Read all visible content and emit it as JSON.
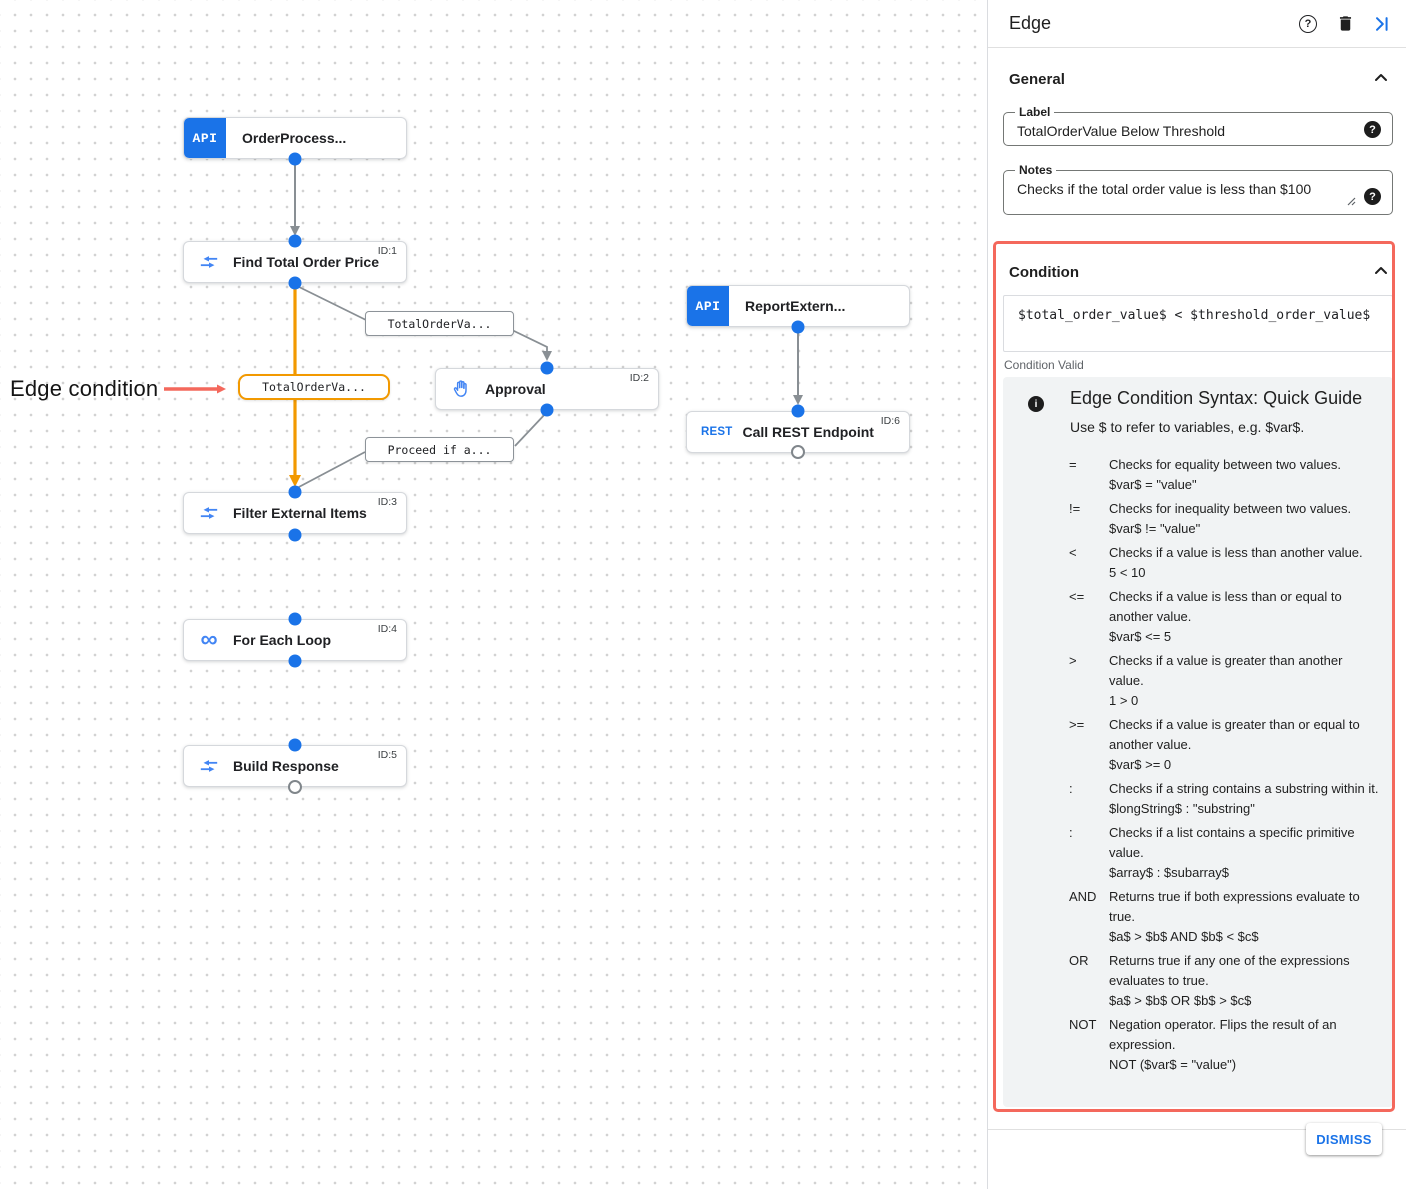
{
  "colors": {
    "accent_blue": "#1a73e8",
    "icon_blue": "#4285f4",
    "edge_orange": "#f29900",
    "annotation_red": "#f4685c",
    "edge_gray": "#898f94"
  },
  "canvas": {
    "annotation_label": "Edge condition",
    "nodes": {
      "order_process": {
        "title": "OrderProcess...",
        "icon_label": "API"
      },
      "find_total": {
        "title": "Find Total Order Price",
        "id": "ID:1"
      },
      "approval": {
        "title": "Approval",
        "id": "ID:2"
      },
      "report_external": {
        "title": "ReportExtern...",
        "icon_label": "API"
      },
      "call_rest": {
        "title": "Call REST Endpoint",
        "id": "ID:6",
        "icon_label": "REST"
      },
      "filter_items": {
        "title": "Filter External Items",
        "id": "ID:3"
      },
      "for_each": {
        "title": "For Each Loop",
        "id": "ID:4",
        "loop_glyph": "∞"
      },
      "build_response": {
        "title": "Build Response",
        "id": "ID:5"
      }
    },
    "edge_labels": {
      "to_approval": "TotalOrderVa...",
      "selected": "TotalOrderVa...",
      "from_approval": "Proceed if a..."
    }
  },
  "panel": {
    "title": "Edge",
    "help_glyph": "?",
    "general": {
      "heading": "General",
      "label_field": {
        "label": "Label",
        "value": "TotalOrderValue Below Threshold",
        "help_glyph": "?"
      },
      "notes_field": {
        "label": "Notes",
        "value": "Checks if the total order value is less than $100",
        "help_glyph": "?"
      }
    },
    "condition": {
      "heading": "Condition",
      "expression": "$total_order_value$ < $threshold_order_value$",
      "status": "Condition Valid"
    },
    "guide": {
      "info_glyph": "i",
      "title": "Edge Condition Syntax: Quick Guide",
      "subtitle": "Use $ to refer to variables, e.g. $var$.",
      "rows": [
        {
          "op": "=",
          "desc": "Checks for equality between two values.",
          "example": "$var$ = \"value\""
        },
        {
          "op": "!=",
          "desc": "Checks for inequality between two values.",
          "example": "$var$ != \"value\""
        },
        {
          "op": "<",
          "desc": "Checks if a value is less than another value.",
          "example": "5 < 10"
        },
        {
          "op": "<=",
          "desc": "Checks if a value is less than or equal to another value.",
          "example": "$var$ <= 5"
        },
        {
          "op": ">",
          "desc": "Checks if a value is greater than another value.",
          "example": "1 > 0"
        },
        {
          "op": ">=",
          "desc": "Checks if a value is greater than or equal to another value.",
          "example": "$var$ >= 0"
        },
        {
          "op": ":",
          "desc": "Checks if a string contains a substring within it.",
          "example": "$longString$ : \"substring\""
        },
        {
          "op": ":",
          "desc": "Checks if a list contains a specific primitive value.",
          "example": "$array$ : $subarray$"
        },
        {
          "op": "AND",
          "desc": "Returns true if both expressions evaluate to true.",
          "example": "$a$ > $b$ AND $b$ < $c$"
        },
        {
          "op": "OR",
          "desc": "Returns true if any one of the expressions evaluates to true.",
          "example": "$a$ > $b$ OR $b$ > $c$"
        },
        {
          "op": "NOT",
          "desc": "Negation operator. Flips the result of an expression.",
          "example": "NOT ($var$ = \"value\")"
        }
      ]
    },
    "dismiss_label": "DISMISS"
  }
}
